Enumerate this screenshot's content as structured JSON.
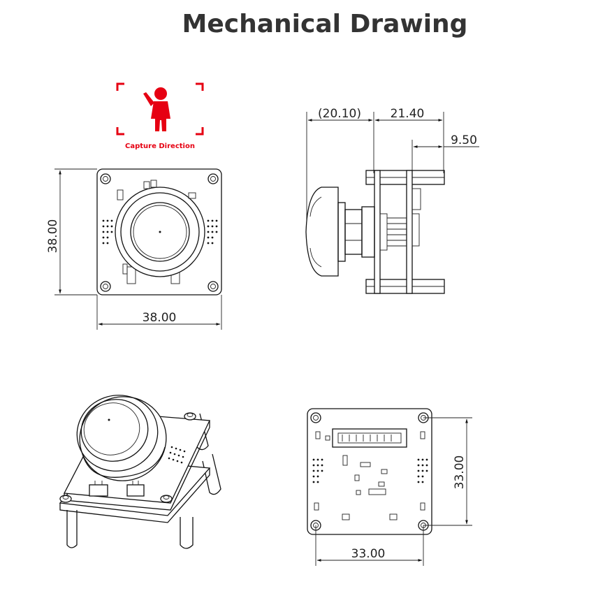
{
  "title": "Mechanical Drawing",
  "capture_direction": {
    "label": "Capture Direction",
    "color": "#e60012",
    "icon": "person-pointing-icon"
  },
  "front_view": {
    "width_label": "38.00",
    "height_label": "38.00"
  },
  "side_view": {
    "lens_label": "(20.10)",
    "depth_label": "21.40",
    "board_label": "9.50"
  },
  "rear_view": {
    "width_label": "33.00",
    "height_label": "33.00"
  }
}
